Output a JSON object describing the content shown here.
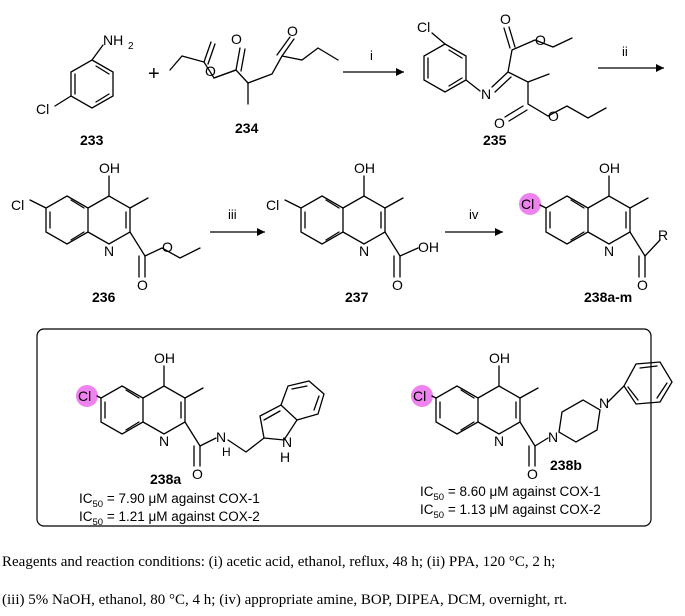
{
  "colors": {
    "highlight": "#ee82ee"
  },
  "atoms": {
    "nh2": "NH",
    "nh2_sub": "2",
    "cl": "Cl",
    "o": "O",
    "oh": "OH",
    "n": "N",
    "nh_top": "H",
    "nh_n": "N",
    "r": "R"
  },
  "plus": "+",
  "compounds": {
    "c233": "233",
    "c234": "234",
    "c235": "235",
    "c236": "236",
    "c237": "237",
    "c238": "238a-m",
    "c238a": "238a",
    "c238b": "238b"
  },
  "steps": {
    "i": "i",
    "ii": "ii",
    "iii": "iii",
    "iv": "iv"
  },
  "ic50": {
    "label": "IC",
    "sub": "50",
    "a1": " = 7.90 μM against COX-1",
    "a2": " = 1.21 μM against COX-2",
    "b1": " = 8.60 μM against COX-1",
    "b2": " = 1.13 μM against COX-2"
  },
  "conditions": {
    "line1": "Reagents and reaction conditions: (i) acetic acid, ethanol, reflux, 48 h; (ii) PPA, 120 °C, 2 h;",
    "line2": "(iii) 5% NaOH, ethanol, 80 °C, 4 h; (iv) appropriate amine, BOP, DIPEA, DCM, overnight, rt."
  }
}
